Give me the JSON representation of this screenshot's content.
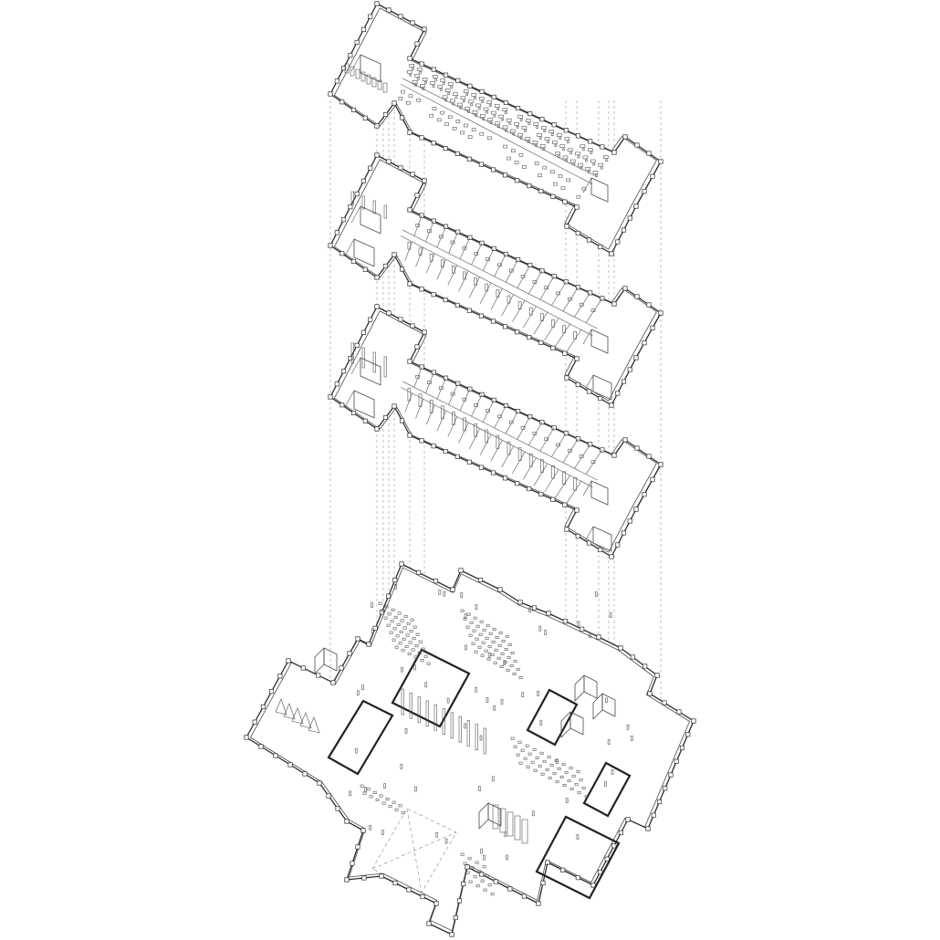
{
  "drawing": {
    "type": "exploded-axonometric-floor-plans",
    "levels": [
      {
        "id": "level-top",
        "kind": "open-plan-workspace"
      },
      {
        "id": "level-upper",
        "kind": "cellular-rooms"
      },
      {
        "id": "level-middle",
        "kind": "cellular-rooms"
      },
      {
        "id": "level-ground",
        "kind": "ground-floor-complex"
      }
    ],
    "colors": {
      "line": "#2b2b2b",
      "projection": "#9a9a9a",
      "background": "#ffffff"
    }
  }
}
